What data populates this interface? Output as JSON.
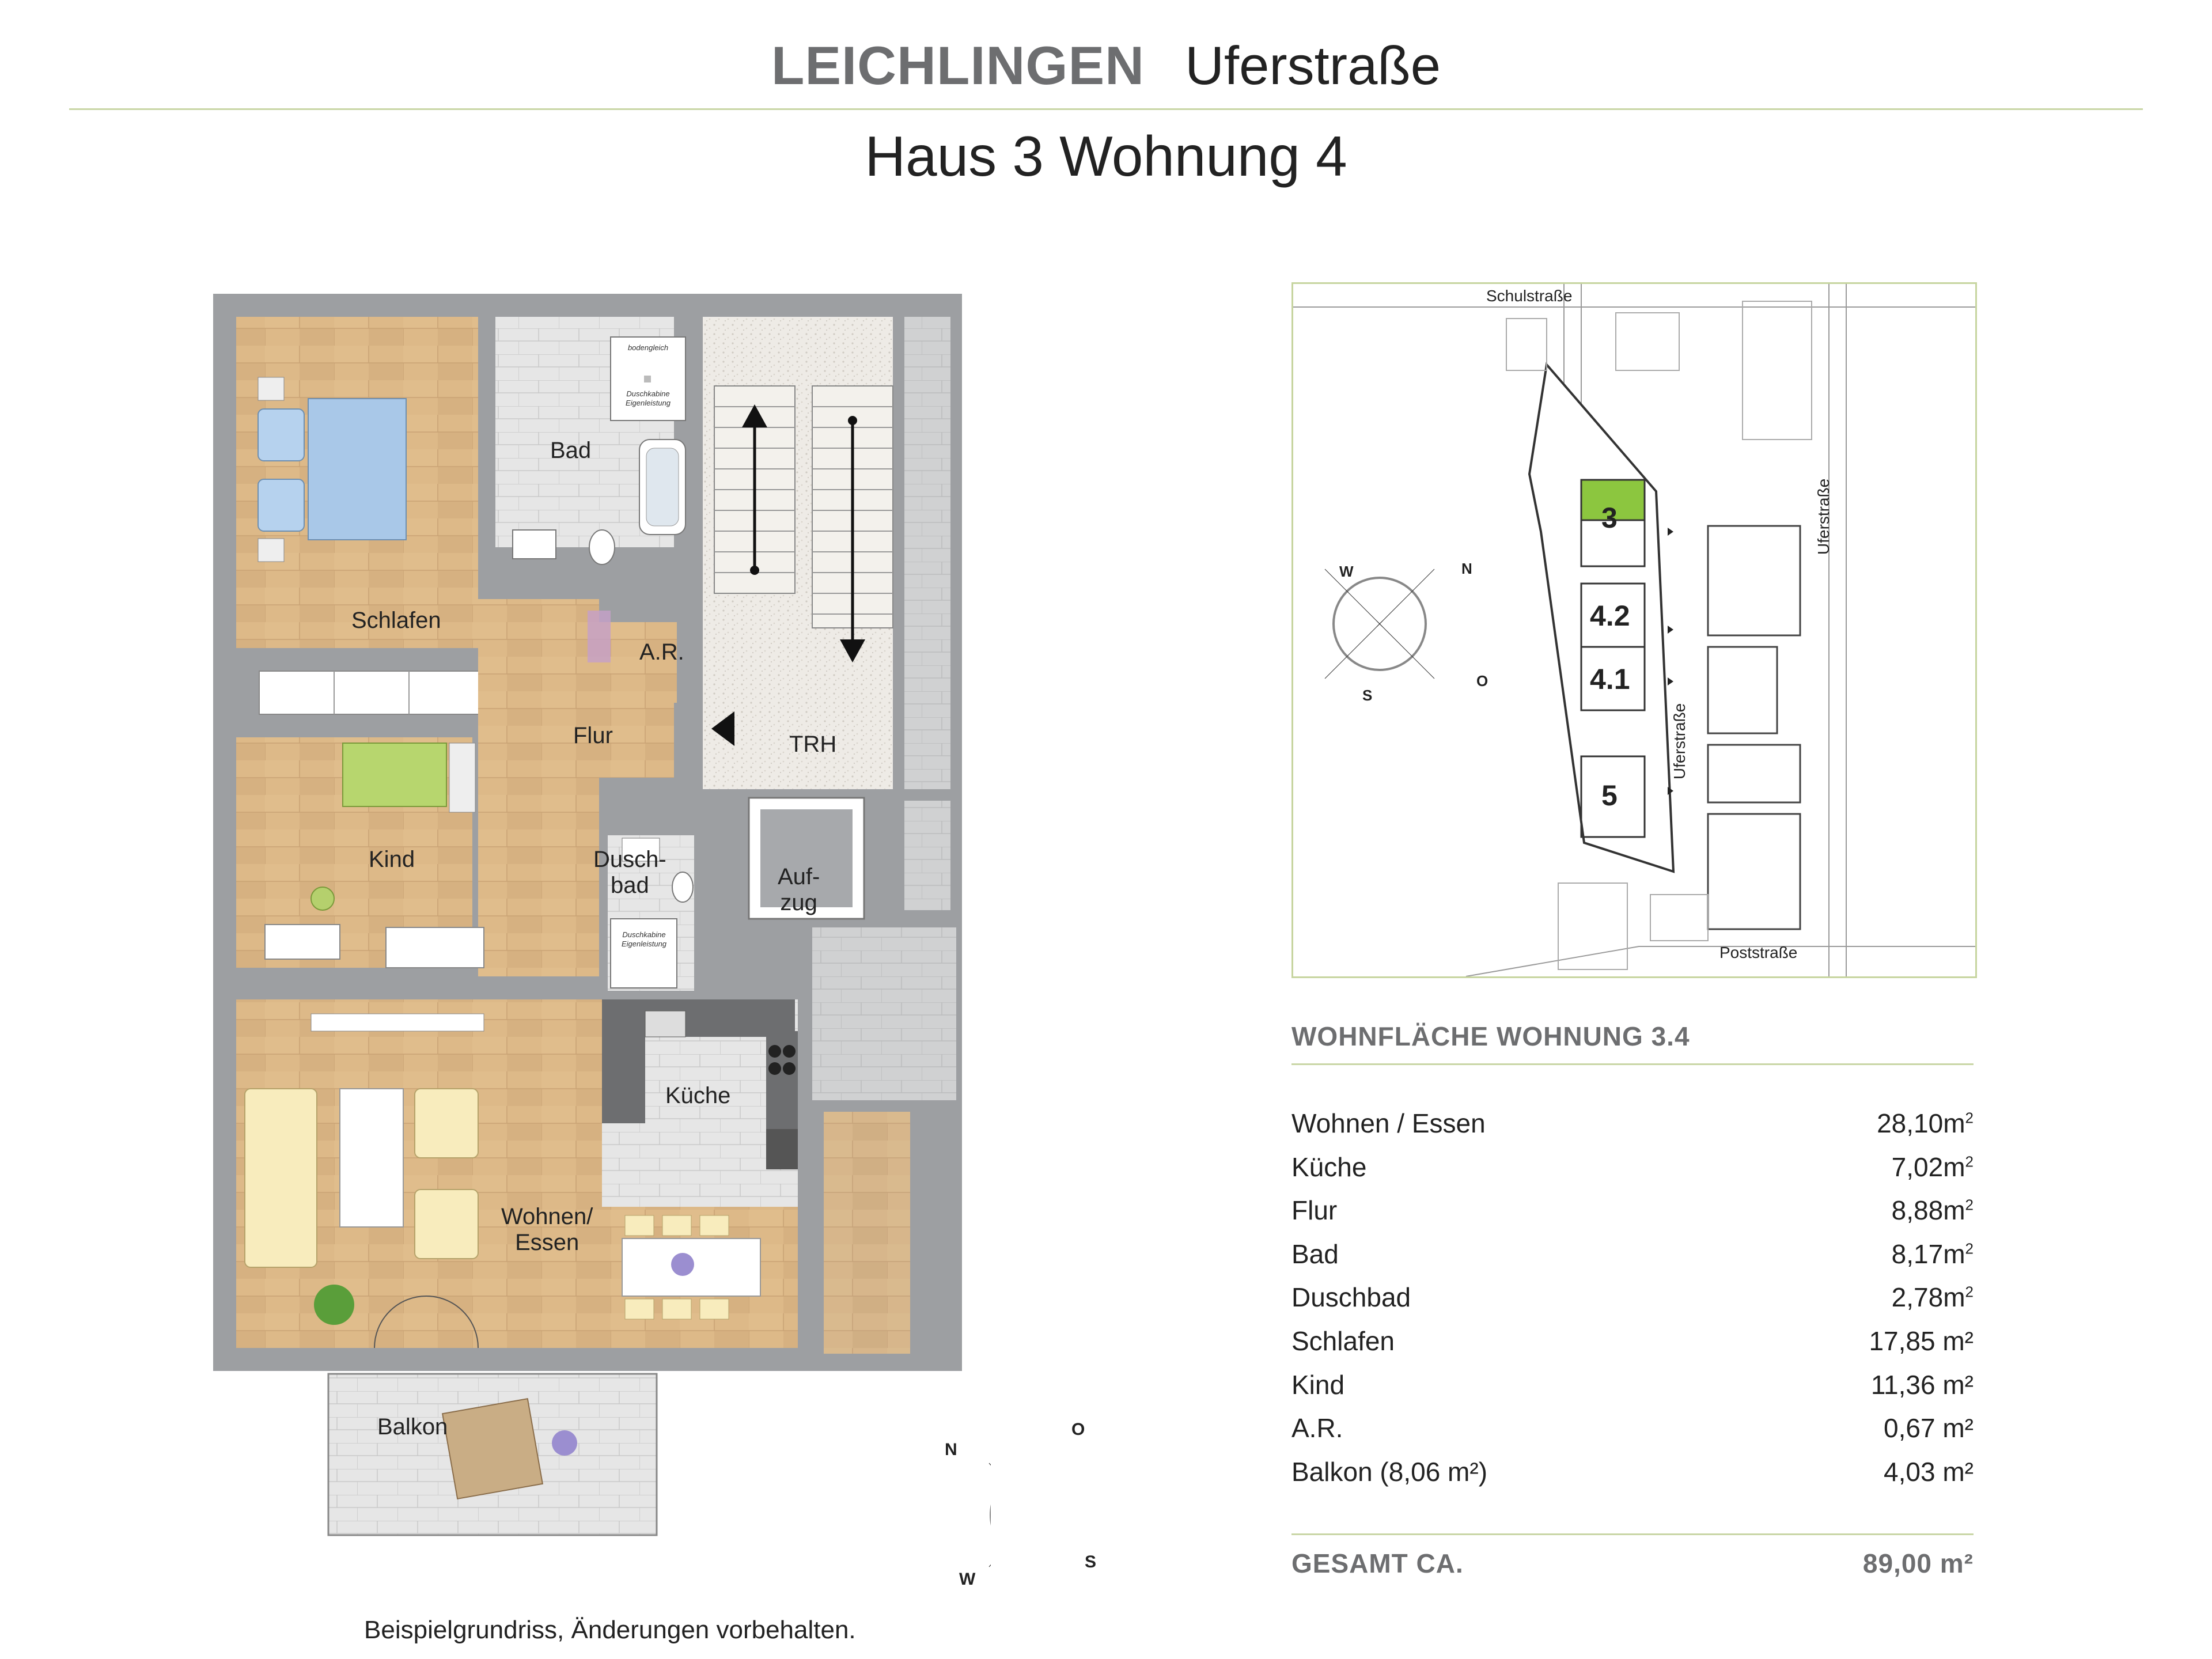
{
  "header": {
    "city": "LEICHLINGEN",
    "street": "Uferstraße",
    "subtitle": "Haus 3 Wohnung 4"
  },
  "floor_plan": {
    "rooms": {
      "schlafen": "Schlafen",
      "bad": "Bad",
      "ar": "A.R.",
      "flur": "Flur",
      "trh": "TRH",
      "kind": "Kind",
      "duschbad": "Dusch-\nbad",
      "aufzug": "Auf-\nzug",
      "kueche": "Küche",
      "wohnen": "Wohnen/\nEssen",
      "balkon": "Balkon"
    },
    "notes": {
      "bodengleich": "bodengleich",
      "duschkabine_bad": "Duschkabine\nEigenleistung",
      "duschkabine_duschbad": "Duschkabine\nEigenleistung"
    },
    "compass": {
      "n": "N",
      "o": "O",
      "s": "S",
      "w": "W"
    },
    "footnote": "Beispielgrundriss, Änderungen vorbehalten."
  },
  "site_plan": {
    "streets": {
      "schulstrasse": "Schulstraße",
      "uferstrasse_right": "Uferstraße",
      "uferstrasse_inner": "Uferstraße",
      "poststrasse": "Poststraße"
    },
    "buildings": [
      "3",
      "4.2",
      "4.1",
      "5"
    ],
    "highlight_color": "#8cc63f",
    "compass": {
      "n": "N",
      "o": "O",
      "s": "S",
      "w": "W"
    }
  },
  "areas": {
    "title": "WOHNFLÄCHE WOHNUNG 3.4",
    "rows": [
      {
        "name": "Wohnen / Essen",
        "value": "28,10",
        "unit": "m",
        "sup": "2"
      },
      {
        "name": "Küche",
        "value": "7,02",
        "unit": "m",
        "sup": "2"
      },
      {
        "name": "Flur",
        "value": "8,88",
        "unit": "m",
        "sup": "2"
      },
      {
        "name": "Bad",
        "value": "8,17",
        "unit": "m",
        "sup": "2"
      },
      {
        "name": "Duschbad",
        "value": "2,78",
        "unit": "m",
        "sup": "2"
      },
      {
        "name": "Schlafen",
        "value": "17,85 m²",
        "unit": "",
        "sup": ""
      },
      {
        "name": "Kind",
        "value": "11,36 m²",
        "unit": "",
        "sup": ""
      },
      {
        "name": "A.R.",
        "value": "0,67 m²",
        "unit": "",
        "sup": ""
      },
      {
        "name": "Balkon (8,06 m²)",
        "value": "4,03 m²",
        "unit": "",
        "sup": ""
      }
    ],
    "total_label": "GESAMT CA.",
    "total_value": "89,00 m²"
  },
  "colors": {
    "wood": "#ddb988",
    "wall": "#9d9fa2",
    "tile": "#e4e4e4",
    "accent_line": "#c9d6a6",
    "green": "#8cc63f"
  }
}
